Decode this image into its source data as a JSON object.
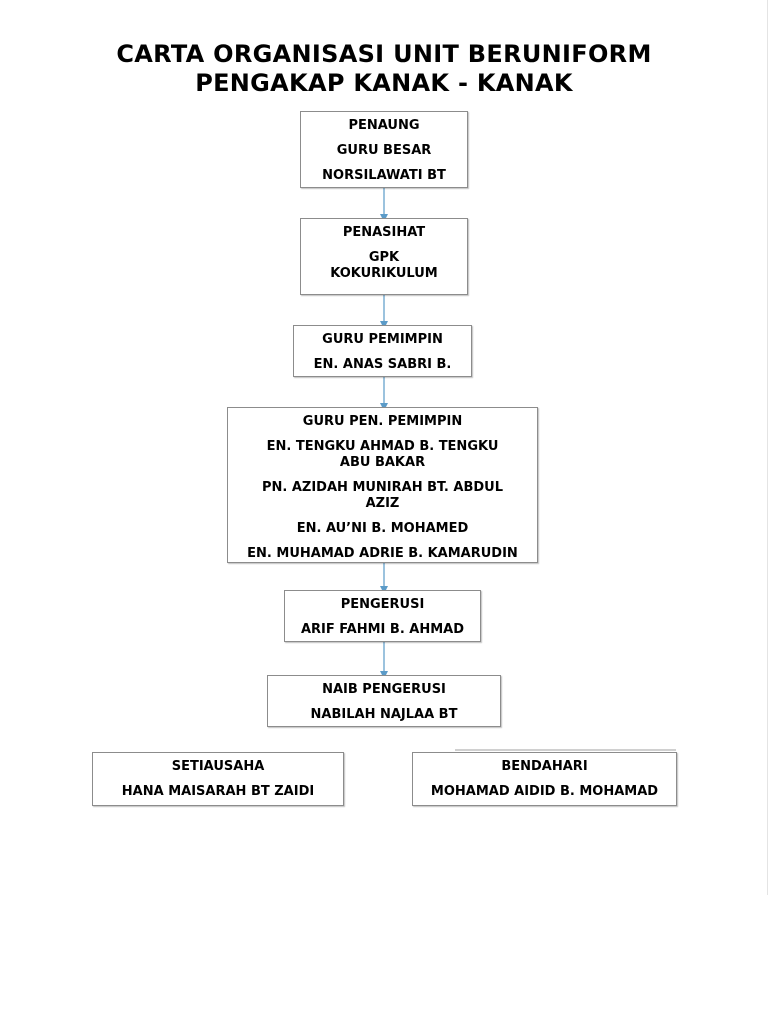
{
  "title": {
    "line1": "CARTA ORGANISASI UNIT BERUNIFORM",
    "line2": "PENGAKAP KANAK - KANAK"
  },
  "colors": {
    "connector": "#5b9bc8",
    "box_border": "#8c8c8c"
  },
  "boxes": {
    "penaung": {
      "role": "PENAUNG",
      "lines": [
        "GURU BESAR",
        "NORSILAWATI BT"
      ]
    },
    "penasihat": {
      "role": "PENASIHAT",
      "lines": [
        "GPK KOKURIKULUM"
      ]
    },
    "guru_pemimpin": {
      "role": "GURU PEMIMPIN",
      "lines": [
        "EN. ANAS SABRI B."
      ]
    },
    "guru_pen_pemimpin": {
      "role": "GURU PEN. PEMIMPIN",
      "lines": [
        "EN. TENGKU AHMAD B. TENGKU ABU BAKAR",
        "PN. AZIDAH MUNIRAH BT. ABDUL AZIZ",
        "EN. AU’NI B. MOHAMED",
        "EN. MUHAMAD ADRIE B. KAMARUDIN"
      ]
    },
    "pengerusi": {
      "role": "PENGERUSI",
      "lines": [
        "ARIF FAHMI B. AHMAD"
      ]
    },
    "naib_pengerusi": {
      "role": "NAIB PENGERUSI",
      "lines": [
        "NABILAH NAJLAA BT"
      ]
    },
    "setiausaha": {
      "role": "SETIAUSAHA",
      "lines": [
        "HANA MAISARAH BT ZAIDI"
      ]
    },
    "bendahari": {
      "role": "BENDAHARI",
      "lines": [
        "MOHAMAD AIDID B. MOHAMAD"
      ]
    }
  }
}
